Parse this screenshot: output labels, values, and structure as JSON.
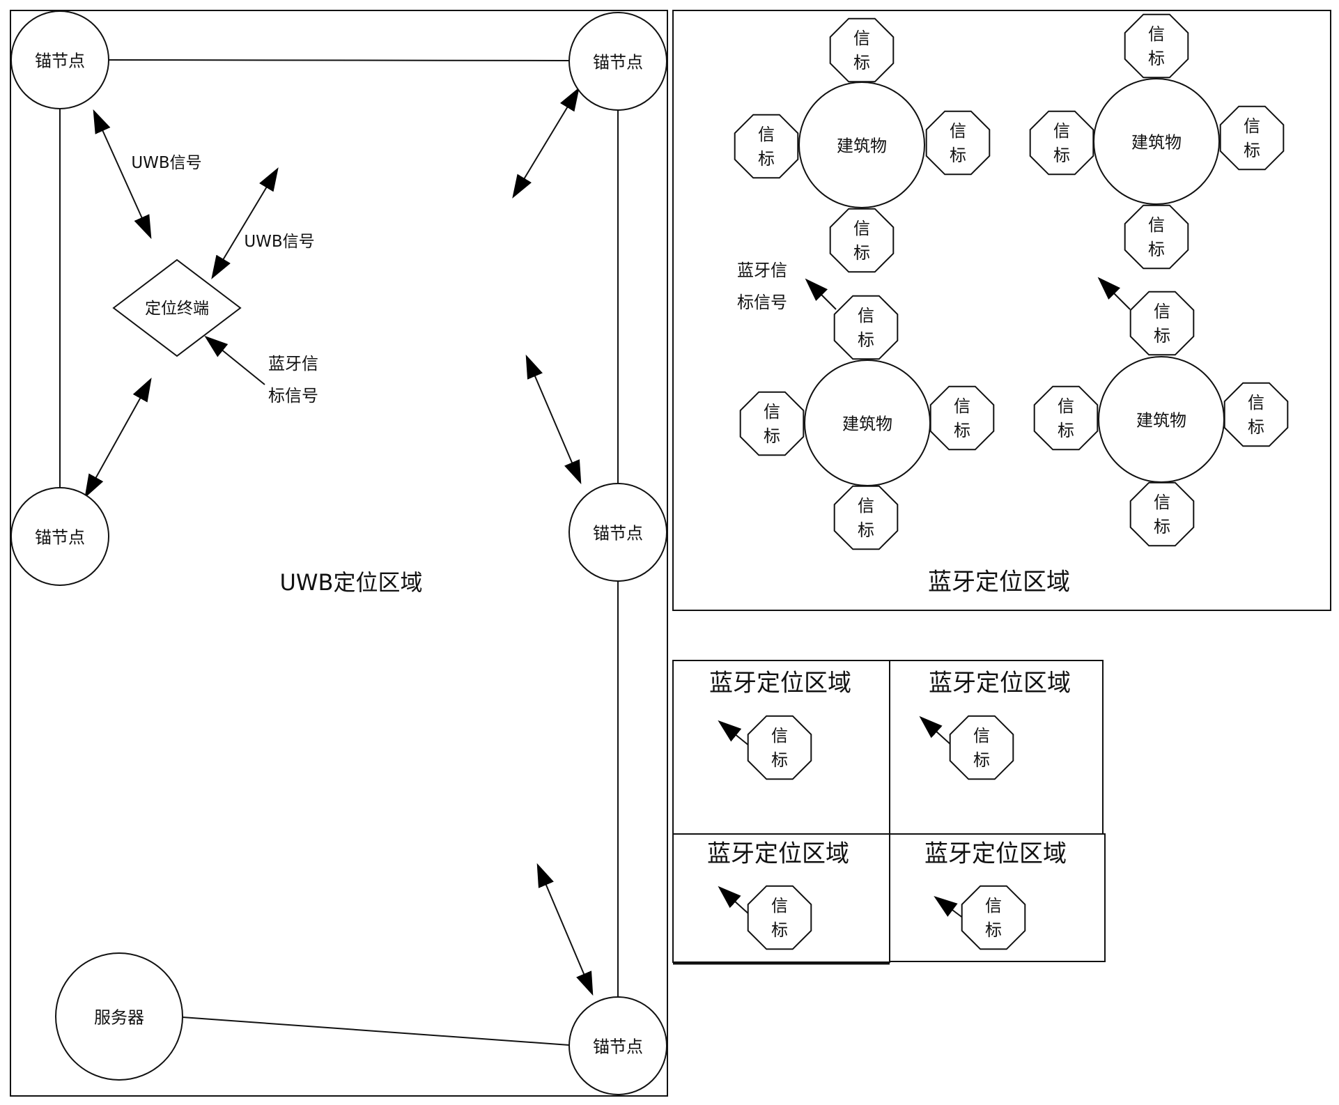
{
  "uwb_region": {
    "label": "UWB定位区域",
    "anchor_label": "锚节点",
    "server_label": "服务器",
    "terminal_label": "定位终端",
    "uwb_signal_label_1": "UWB信号",
    "uwb_signal_label_2": "UWB信号",
    "bt_signal_label_line1": "蓝牙信",
    "bt_signal_label_line2": "标信号"
  },
  "bt_region_main": {
    "label": "蓝牙定位区域",
    "building_label": "建筑物",
    "beacon_label_line1": "信",
    "beacon_label_line2": "标",
    "bt_signal_label_line1": "蓝牙信",
    "bt_signal_label_line2": "标信号"
  },
  "bt_grid": {
    "cells": [
      {
        "label": "蓝牙定位区域"
      },
      {
        "label": "蓝牙定位区域"
      },
      {
        "label": "蓝牙定位区域"
      },
      {
        "label": "蓝牙定位区域"
      }
    ],
    "beacon_label_line1": "信",
    "beacon_label_line2": "标"
  }
}
